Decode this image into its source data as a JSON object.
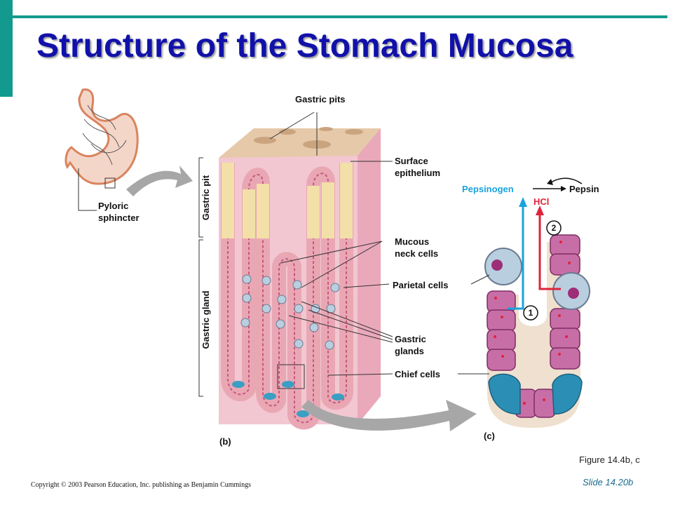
{
  "slide": {
    "title": "Structure of the Stomach Mucosa",
    "figure_ref": "Figure 14.4b, c",
    "slide_number": "Slide 14.20b",
    "copyright": "Copyright © 2003 Pearson Education, Inc. publishing as Benjamin Cummings",
    "accent_color": "#139a8e",
    "title_color": "#1111aa"
  },
  "diagram": {
    "labels": {
      "gastric_pits": "Gastric pits",
      "surface_epithelium_1": "Surface",
      "surface_epithelium_2": "epithelium",
      "mucous_neck_1": "Mucous",
      "mucous_neck_2": "neck cells",
      "parietal_cells": "Parietal cells",
      "gastric_glands_1": "Gastric",
      "gastric_glands_2": "glands",
      "chief_cells": "Chief cells",
      "pyloric_1": "Pyloric",
      "pyloric_2": "sphincter",
      "gastric_pit_side": "Gastric pit",
      "gastric_gland_side": "Gastric gland",
      "panel_b": "(b)",
      "panel_c": "(c)",
      "pepsinogen": "Pepsinogen",
      "pepsin": "Pepsin",
      "hcl": "HCl",
      "step_1": "1",
      "step_2": "2"
    }
  }
}
